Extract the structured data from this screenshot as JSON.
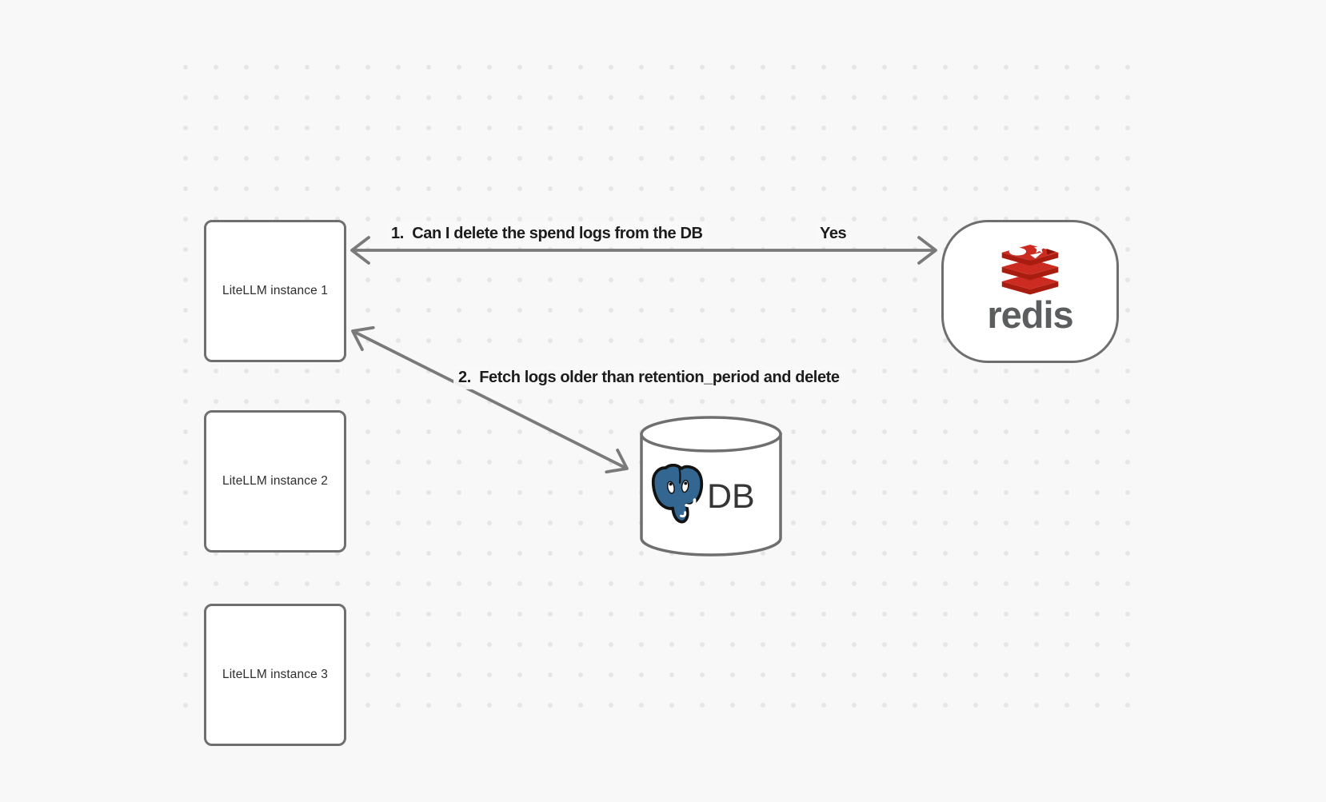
{
  "canvas": {
    "background_color": "#f8f8f8",
    "dot_color": "#e6e6e6"
  },
  "nodes": {
    "instance1": {
      "label": "LiteLLM instance 1"
    },
    "instance2": {
      "label": "LiteLLM instance 2"
    },
    "instance3": {
      "label": "LiteLLM instance 3"
    },
    "redis": {
      "wordmark": "redis"
    },
    "db": {
      "label": "DB"
    }
  },
  "arrows": {
    "arrow1": {
      "label": "1.  Can I delete the spend logs from the DB",
      "response": "Yes",
      "from": "LiteLLM instance 1",
      "to": "redis",
      "double_headed": true
    },
    "arrow2": {
      "label": "2.  Fetch logs older than retention_period and delete",
      "from": "LiteLLM instance 1",
      "to": "DB",
      "double_headed": true
    }
  },
  "colors": {
    "shape_border": "#6f6f6f",
    "arrow_stroke": "#7a7a7a",
    "label_text": "#1c1c1c",
    "redis_red_top": "#cb2b20",
    "redis_red_side": "#a91d10",
    "redis_gray": "#5c5d5e",
    "postgres_blue": "#336791"
  },
  "icons": {
    "redis_logo": "redis-cube-stack-icon",
    "postgres_logo": "postgresql-elephant-icon",
    "database": "database-cylinder-icon"
  }
}
